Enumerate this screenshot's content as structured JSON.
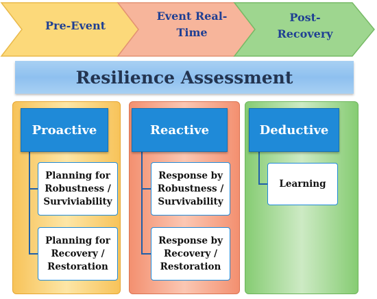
{
  "phases": [
    {
      "label": "Pre-Event",
      "color": "#fcd97a"
    },
    {
      "label": "Event Real-\nTime",
      "color": "#f7b59b"
    },
    {
      "label": "Post-\nRecovery",
      "color": "#9ed68f"
    }
  ],
  "banner": {
    "title": "Resilience Assessment"
  },
  "columns": [
    {
      "header": "Proactive",
      "items": [
        "Planning for\nRobustness /\nSurviviability",
        "Planning for\nRecovery /\nRestoration"
      ]
    },
    {
      "header": "Reactive",
      "items": [
        "Response by\nRobustness /\nSurvivability",
        "Response by\nRecovery /\nRestoration"
      ]
    },
    {
      "header": "Deductive",
      "items": [
        "Learning"
      ]
    }
  ]
}
